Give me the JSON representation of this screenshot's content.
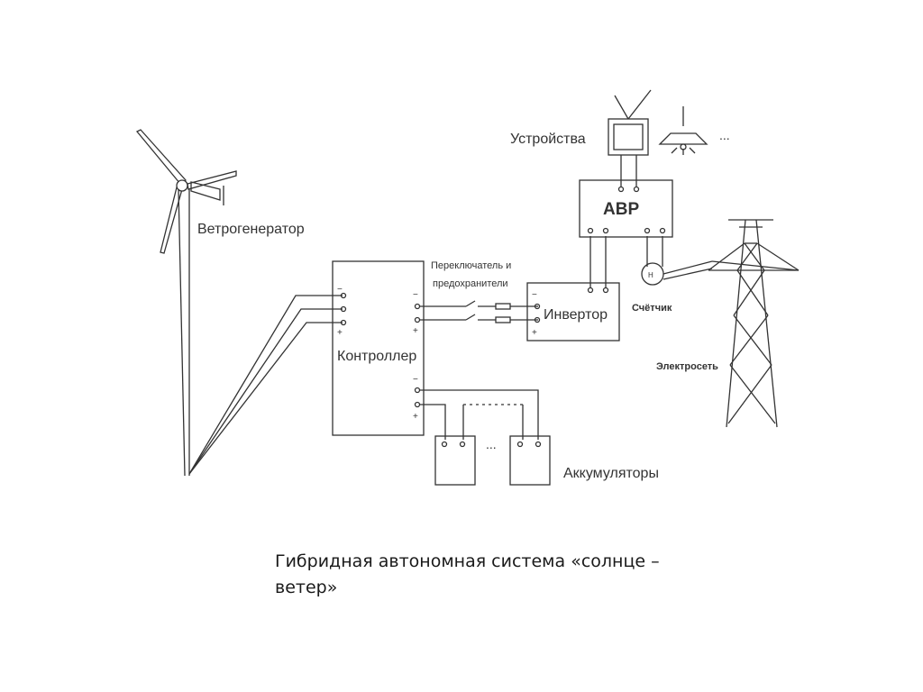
{
  "diagram": {
    "labels": {
      "wind_generator": "Ветрогенератор",
      "devices": "Устройства",
      "avr": "АВР",
      "switch_line1": "Переключатель и",
      "switch_line2": "предохранители",
      "inverter": "Инвертор",
      "meter": "Счётчик",
      "controller": "Контроллер",
      "grid": "Электросеть",
      "batteries": "Аккумуляторы",
      "ellipsis": "...",
      "meter_symbol": "Н"
    },
    "terminal_signs": {
      "minus": "−",
      "plus": "+"
    },
    "colors": {
      "line": "#333333",
      "background": "#ffffff"
    }
  },
  "caption": {
    "line1": "Гибридная автономная система «солнце –",
    "line2": "ветер»"
  }
}
